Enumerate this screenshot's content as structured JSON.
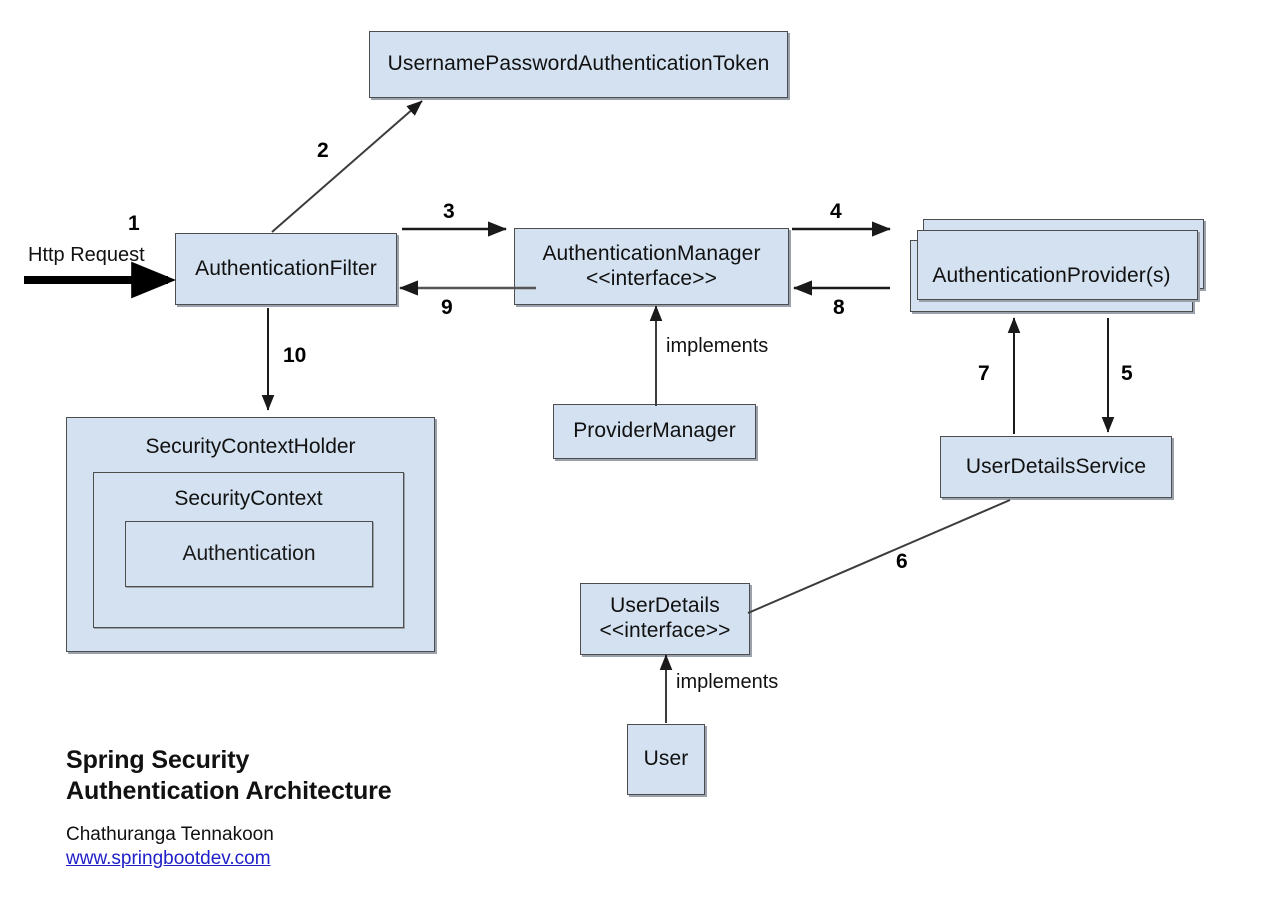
{
  "diagram": {
    "title": "Spring Security Authentication Architecture",
    "accent_fill": "#d3e1f0",
    "accent_border": "#4d4d4d",
    "link_color": "#2020c8",
    "nodes": {
      "token": "UsernamePasswordAuthenticationToken",
      "auth_filter": "AuthenticationFilter",
      "auth_manager": "AuthenticationManager\n<<interface>>",
      "auth_providers": "AuthenticationProvider(s)",
      "provider_manager": "ProviderManager",
      "user_details_service": "UserDetailsService",
      "user_details": "UserDetails\n<<interface>>",
      "user": "User",
      "security_context_holder": "SecurityContextHolder",
      "security_context": "SecurityContext",
      "authentication": "Authentication"
    },
    "labels": {
      "http_request": "Http Request",
      "implements_manager": "implements",
      "implements_user": "implements"
    },
    "steps": {
      "s1": "1",
      "s2": "2",
      "s3": "3",
      "s4": "4",
      "s5": "5",
      "s6": "6",
      "s7": "7",
      "s8": "8",
      "s9": "9",
      "s10": "10"
    }
  },
  "credits": {
    "heading": "Spring Security\nAuthentication Architecture",
    "author": "Chathuranga Tennakoon",
    "website": "www.springbootdev.com"
  }
}
